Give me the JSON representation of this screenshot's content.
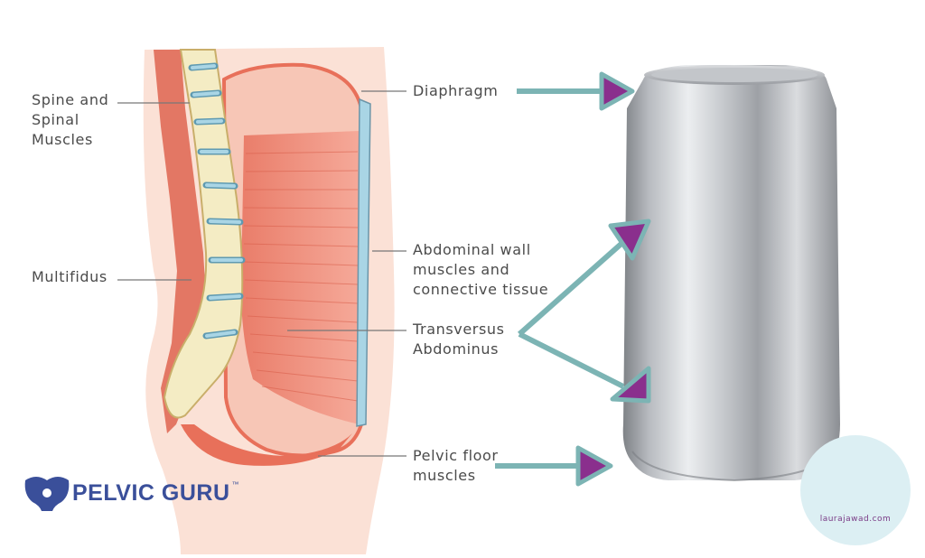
{
  "labels": {
    "spine": "Spine and\nSpinal\nMuscles",
    "multifidus": "Multifidus",
    "diaphragm": "Diaphragm",
    "abdominal_wall": "Abdominal wall\nmuscles and\nconnective tissue",
    "transversus": "Transversus\nAbdominus",
    "pelvic_floor": "Pelvic floor\nmuscles"
  },
  "brand": {
    "name": "PELVIC GURU",
    "mark": "™"
  },
  "watermark": {
    "text": "laurajawad.com"
  },
  "colors": {
    "arrow": "#7cb4b4",
    "arrowhead": "#8a2f8d",
    "muscle": "#ec8c78",
    "skin": "#fbe1d6",
    "bone": "#f4ecc4",
    "disc": "#a9d5e5"
  }
}
